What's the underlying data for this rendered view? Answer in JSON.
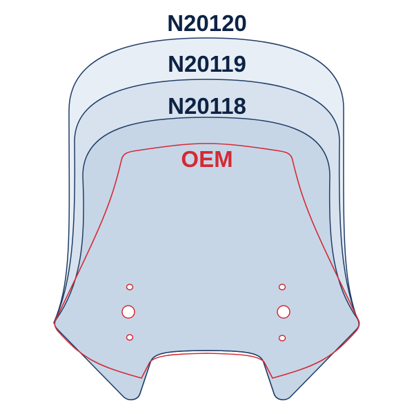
{
  "labels": {
    "size_1": "N20120",
    "size_2": "N20119",
    "size_3": "N20118",
    "oem": "OEM"
  },
  "colors": {
    "outline": "#1f3d66",
    "label": "#0d2344",
    "oem": "#d42a34",
    "fill_large": "#e7eef6",
    "fill_medium": "#d7e2ee",
    "fill_small": "#c6d6e7"
  }
}
